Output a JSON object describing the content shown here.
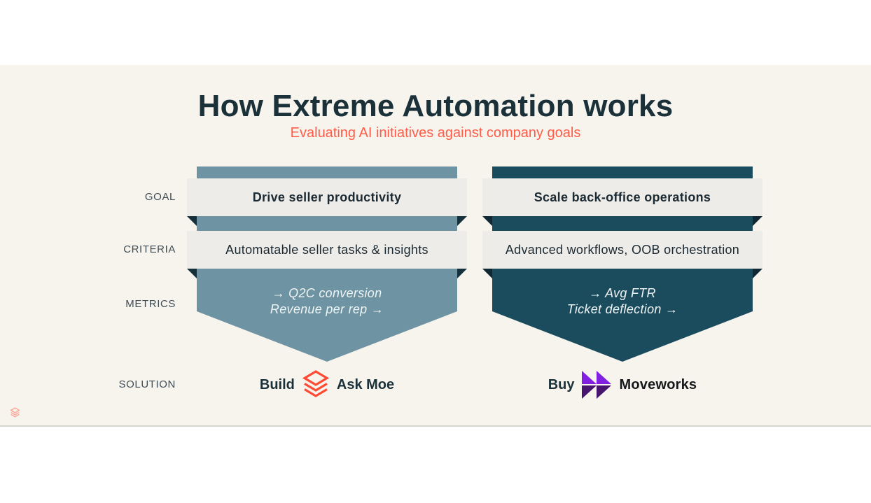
{
  "slide": {
    "title": "How Extreme Automation works",
    "subtitle": "Evaluating AI initiatives against company goals"
  },
  "row_labels": [
    "GOAL",
    "CRITERIA",
    "METRICS",
    "SOLUTION"
  ],
  "columns": [
    {
      "goal": "Drive seller productivity",
      "criteria": "Automatable seller tasks & insights",
      "metrics": [
        "→ Q2C conversion",
        "Revenue per rep →"
      ],
      "solution_verb": "Build",
      "solution_name": "Ask Moe",
      "solution_icon": "databricks-logo",
      "band_color": "#6e93a2",
      "fold_color": "#13303b"
    },
    {
      "goal": "Scale back-office operations",
      "criteria": "Advanced workflows, OOB orchestration",
      "metrics": [
        "→ Avg FTR",
        "Ticket deflection →"
      ],
      "solution_verb": "Buy",
      "solution_name": "Moveworks",
      "solution_icon": "moveworks-logo",
      "band_color": "#1a4c5e",
      "fold_color": "#0e2934"
    }
  ],
  "colors": {
    "page_background": "#ffffff",
    "slide_background": "#f7f4ee",
    "title": "#1b3139",
    "subtitle": "#ff5c49",
    "row_label": "#3f4d56",
    "bar_background": "#eeece8",
    "bar_text": "#1b2a33",
    "metrics_text": "#eff4f5",
    "databricks_red": "#ff4b33",
    "moveworks_purple_light": "#8120e0",
    "moveworks_purple_dark": "#47156f"
  },
  "icons": {
    "watermark": "databricks-logo"
  }
}
